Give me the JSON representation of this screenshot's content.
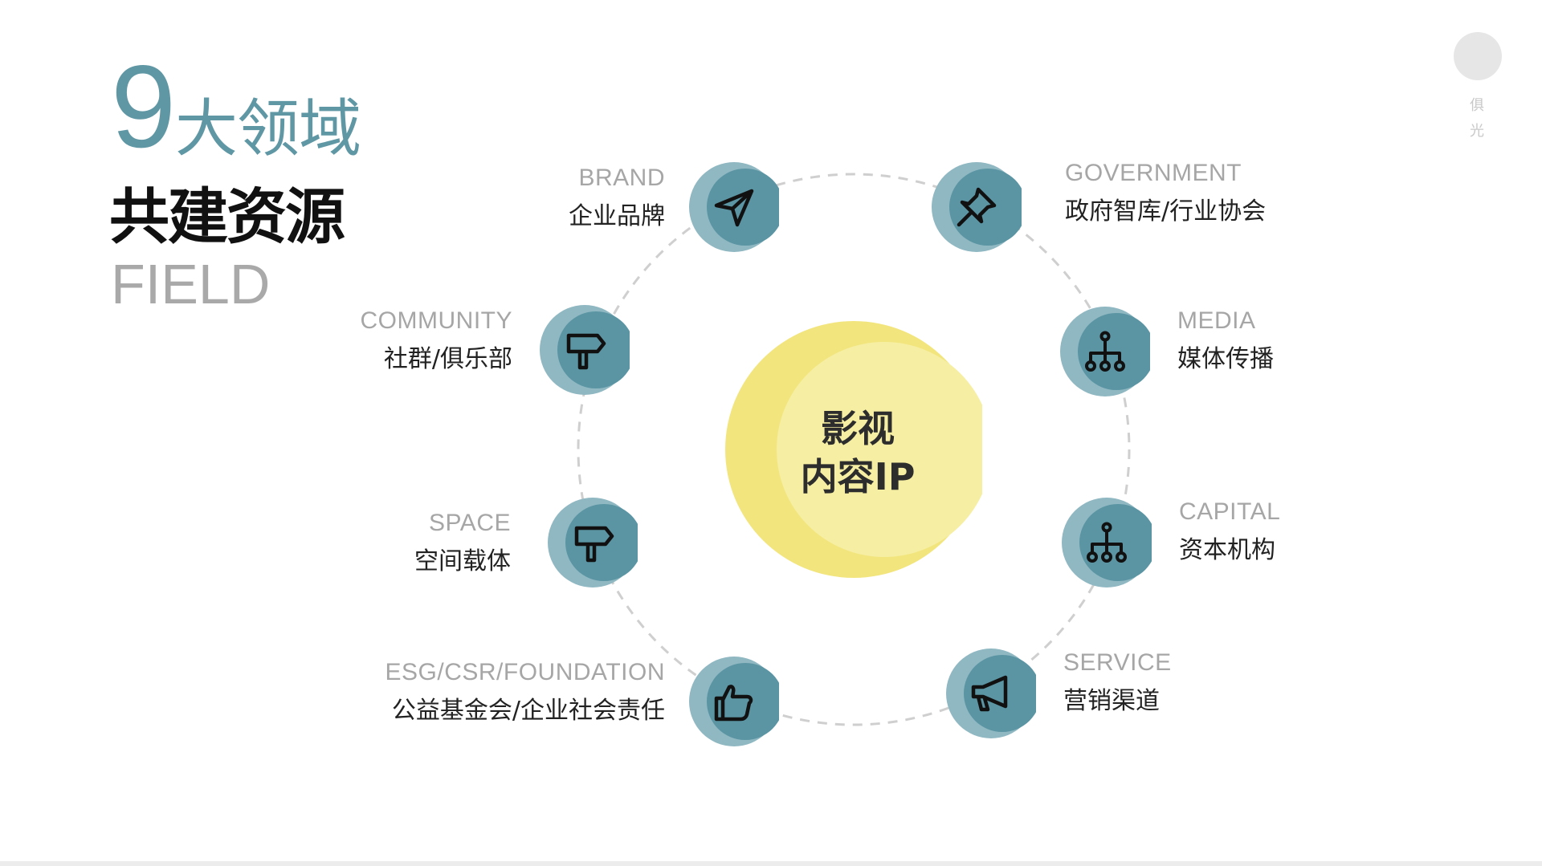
{
  "title": {
    "number": "9",
    "cn": "大领域",
    "subtitle": "共建资源",
    "en": "FIELD"
  },
  "mark": {
    "text_line1": "俱",
    "text_line2": "光"
  },
  "center": {
    "line1": "影视",
    "line2": "内容IP"
  },
  "colors": {
    "accent": "#5f97a4",
    "node_light": "#90b8c2",
    "node_dark": "#5b95a3",
    "core_light": "#f4ec94",
    "core_dark": "#f2e57e",
    "ring": "#cfcfcf"
  },
  "fields": [
    {
      "en": "BRAND",
      "cn": "企业品牌",
      "icon": "paper-plane-icon"
    },
    {
      "en": "GOVERNMENT",
      "cn": "政府智库/行业协会",
      "icon": "pushpin-icon"
    },
    {
      "en": "COMMUNITY",
      "cn": "社群/俱乐部",
      "icon": "signpost-icon"
    },
    {
      "en": "MEDIA",
      "cn": "媒体传播",
      "icon": "hierarchy-icon"
    },
    {
      "en": "SPACE",
      "cn": "空间载体",
      "icon": "signpost-icon"
    },
    {
      "en": "CAPITAL",
      "cn": "资本机构",
      "icon": "hierarchy-icon"
    },
    {
      "en": "ESG/CSR/FOUNDATION",
      "cn": "公益基金会/企业社会责任",
      "icon": "thumbs-up-icon"
    },
    {
      "en": "SERVICE",
      "cn": "营销渠道",
      "icon": "megaphone-icon"
    }
  ]
}
